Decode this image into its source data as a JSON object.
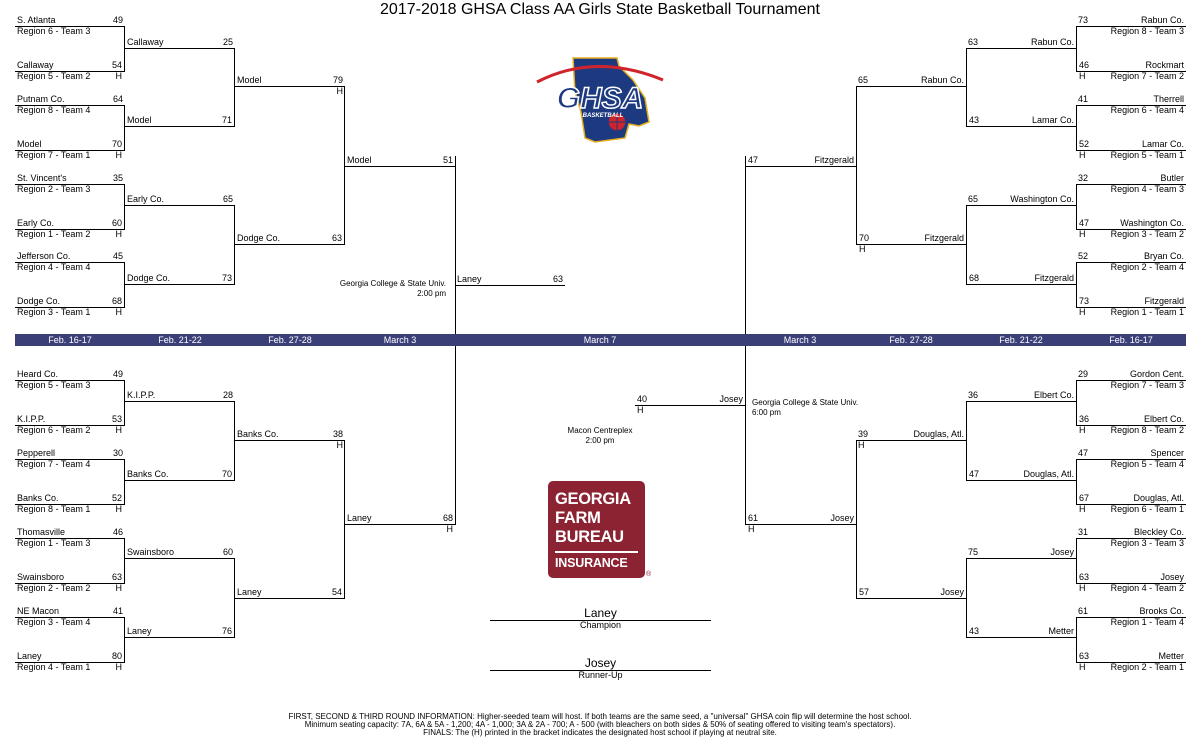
{
  "title": "2017-2018 GHSA Class AA Girls State Basketball Tournament",
  "dates": [
    "Feb. 16-17",
    "Feb. 21-22",
    "Feb. 27-28",
    "March 3",
    "March 7",
    "March 3",
    "Feb. 27-28",
    "Feb. 21-22",
    "Feb. 16-17"
  ],
  "left_top": {
    "r1": [
      {
        "name": "S. Atlanta",
        "seed": "Region 6 - Team 3",
        "score": "49",
        "host": ""
      },
      {
        "name": "Callaway",
        "seed": "Region 5 - Team 2",
        "score": "54",
        "host": "H"
      },
      {
        "name": "Putnam Co.",
        "seed": "Region 8 - Team 4",
        "score": "64",
        "host": ""
      },
      {
        "name": "Model",
        "seed": "Region 7 - Team 1",
        "score": "70",
        "host": "H"
      },
      {
        "name": "St. Vincent's",
        "seed": "Region 2 - Team 3",
        "score": "35",
        "host": ""
      },
      {
        "name": "Early Co.",
        "seed": "Region 1 - Team 2",
        "score": "60",
        "host": "H"
      },
      {
        "name": "Jefferson Co.",
        "seed": "Region 4 - Team 4",
        "score": "45",
        "host": ""
      },
      {
        "name": "Dodge Co.",
        "seed": "Region 3 - Team 1",
        "score": "68",
        "host": "H"
      }
    ],
    "r2": [
      {
        "name": "Callaway",
        "score": "25"
      },
      {
        "name": "Model",
        "score": "71"
      },
      {
        "name": "Early Co.",
        "score": "65"
      },
      {
        "name": "Dodge Co.",
        "score": "73"
      }
    ],
    "r3": [
      {
        "name": "Model",
        "score": "79",
        "host": "H"
      },
      {
        "name": "Dodge Co.",
        "score": "63",
        "host": ""
      }
    ],
    "r4": {
      "name": "Model",
      "score": "51"
    }
  },
  "left_bottom": {
    "r1": [
      {
        "name": "Heard Co.",
        "seed": "Region 5 - Team 3",
        "score": "49",
        "host": ""
      },
      {
        "name": "K.I.P.P.",
        "seed": "Region 6 - Team 2",
        "score": "53",
        "host": "H"
      },
      {
        "name": "Pepperell",
        "seed": "Region 7 - Team 4",
        "score": "30",
        "host": ""
      },
      {
        "name": "Banks Co.",
        "seed": "Region 8 - Team 1",
        "score": "52",
        "host": "H"
      },
      {
        "name": "Thomasville",
        "seed": "Region 1 - Team 3",
        "score": "46",
        "host": ""
      },
      {
        "name": "Swainsboro",
        "seed": "Region 2 - Team 2",
        "score": "63",
        "host": "H"
      },
      {
        "name": "NE Macon",
        "seed": "Region 3 - Team 4",
        "score": "41",
        "host": ""
      },
      {
        "name": "Laney",
        "seed": "Region 4 - Team 1",
        "score": "80",
        "host": "H"
      }
    ],
    "r2": [
      {
        "name": "K.I.P.P.",
        "score": "28"
      },
      {
        "name": "Banks Co.",
        "score": "70"
      },
      {
        "name": "Swainsboro",
        "score": "60"
      },
      {
        "name": "Laney",
        "score": "76"
      }
    ],
    "r3": [
      {
        "name": "Banks Co.",
        "score": "38",
        "host": "H"
      },
      {
        "name": "Laney",
        "score": "54",
        "host": ""
      }
    ],
    "r4": {
      "name": "Laney",
      "score": "68",
      "host": "H"
    }
  },
  "right_top": {
    "r1": [
      {
        "name": "Rabun Co.",
        "seed": "Region 8 - Team 3",
        "score": "73",
        "host": ""
      },
      {
        "name": "Rockmart",
        "seed": "Region 7 - Team 2",
        "score": "46",
        "host": "H"
      },
      {
        "name": "Therrell",
        "seed": "Region 6 - Team 4",
        "score": "41",
        "host": ""
      },
      {
        "name": "Lamar Co.",
        "seed": "Region 5 - Team 1",
        "score": "52",
        "host": "H"
      },
      {
        "name": "Butler",
        "seed": "Region 4 - Team 3",
        "score": "32",
        "host": ""
      },
      {
        "name": "Washington Co.",
        "seed": "Region 3 - Team 2",
        "score": "47",
        "host": "H"
      },
      {
        "name": "Bryan Co.",
        "seed": "Region 2 - Team 4",
        "score": "52",
        "host": ""
      },
      {
        "name": "Fitzgerald",
        "seed": "Region 1 - Team 1",
        "score": "73",
        "host": "H"
      }
    ],
    "r2": [
      {
        "name": "Rabun Co.",
        "score": "63"
      },
      {
        "name": "Lamar Co.",
        "score": "43"
      },
      {
        "name": "Washington Co.",
        "score": "65"
      },
      {
        "name": "Fitzgerald",
        "score": "68"
      }
    ],
    "r3": [
      {
        "name": "Rabun Co.",
        "score": "65",
        "host": ""
      },
      {
        "name": "Fitzgerald",
        "score": "70",
        "host": "H"
      }
    ],
    "r4": {
      "name": "Fitzgerald",
      "score": "47"
    }
  },
  "right_bottom": {
    "r1": [
      {
        "name": "Gordon Cent.",
        "seed": "Region 7 - Team 3",
        "score": "29",
        "host": ""
      },
      {
        "name": "Elbert Co.",
        "seed": "Region 8 - Team 2",
        "score": "36",
        "host": "H"
      },
      {
        "name": "Spencer",
        "seed": "Region 5 - Team 4",
        "score": "47",
        "host": ""
      },
      {
        "name": "Douglas, Atl.",
        "seed": "Region 6 - Team 1",
        "score": "67",
        "host": "H"
      },
      {
        "name": "Bleckley Co.",
        "seed": "Region 3 - Team 3",
        "score": "31",
        "host": ""
      },
      {
        "name": "Josey",
        "seed": "Region 4 - Team 2",
        "score": "63",
        "host": "H"
      },
      {
        "name": "Brooks Co.",
        "seed": "Region 1 - Team 4",
        "score": "61",
        "host": ""
      },
      {
        "name": "Metter",
        "seed": "Region 2 - Team 1",
        "score": "63",
        "host": "H"
      }
    ],
    "r2": [
      {
        "name": "Elbert Co.",
        "score": "36"
      },
      {
        "name": "Douglas, Atl.",
        "score": "47"
      },
      {
        "name": "Josey",
        "score": "75"
      },
      {
        "name": "Metter",
        "score": "43"
      }
    ],
    "r3": [
      {
        "name": "Douglas, Atl.",
        "score": "39",
        "host": "H"
      },
      {
        "name": "Josey",
        "score": "57",
        "host": ""
      }
    ],
    "r4": {
      "name": "Josey",
      "score": "61",
      "host": "H"
    }
  },
  "semifinal_left": {
    "name": "Laney",
    "score": "63"
  },
  "semifinal_right": {
    "name": "Josey",
    "score": "40",
    "host": "H"
  },
  "venues": {
    "left": {
      "name": "Georgia College & State Univ.",
      "time": "2:00 pm"
    },
    "right": {
      "name": "Georgia College & State Univ.",
      "time": "6:00 pm"
    },
    "final": {
      "name": "Macon Centreplex",
      "time": "2:00 pm"
    }
  },
  "champion": {
    "name": "Laney",
    "label": "Champion"
  },
  "runner_up": {
    "name": "Josey",
    "label": "Runner-Up"
  },
  "footer": [
    "FIRST, SECOND & THIRD ROUND INFORMATION: Higher-seeded team will host. If both teams are the same seed, a \"universal\" GHSA coin flip will determine the host school.",
    "Minimum seating capacity: 7A, 6A & 5A - 1,200; 4A - 1,000; 3A & 2A - 700; A - 500 (with bleachers on both sides & 50% of seating offered to visiting team's spectators).",
    "FINALS: The (H) printed in the bracket indicates the designated host school if playing at neutral site."
  ],
  "logos": {
    "ghsa": {
      "text": "GHSA",
      "subtext": "BASKETBALL",
      "colors": {
        "navy": "#1d3a80",
        "red": "#d1232a",
        "gold": "#e8b020"
      }
    },
    "farm_bureau": {
      "lines": [
        "GEORGIA",
        "FARM",
        "BUREAU"
      ],
      "insurance": "INSURANCE",
      "mark": "®",
      "color": "#8b2332"
    }
  },
  "colors": {
    "date_bar": "#3b3f78"
  }
}
